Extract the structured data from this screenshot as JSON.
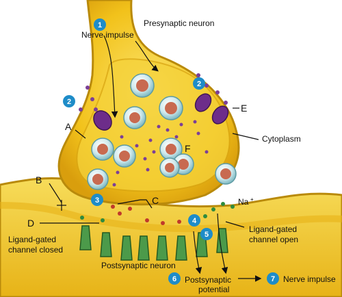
{
  "labels": {
    "presynaptic": "Presynaptic neuron",
    "nerve_impulse_top": "Nerve impulse",
    "cytoplasm": "Cytoplasm",
    "postsynaptic": "Postsynaptic neuron",
    "ligand_closed_1": "Ligand-gated",
    "ligand_closed_2": "channel closed",
    "ligand_open_1": "Ligand-gated",
    "ligand_open_2": "channel open",
    "postsynaptic_potential_1": "Postsynaptic",
    "postsynaptic_potential_2": "potential",
    "nerve_impulse_bottom": "Nerve impulse",
    "na": "Na",
    "na_sup": "+"
  },
  "letters": {
    "A": "A",
    "B": "B",
    "C": "C",
    "D": "D",
    "E": "E",
    "F": "F"
  },
  "steps": {
    "s1": "1",
    "s2a": "2",
    "s2b": "2",
    "s3": "3",
    "s4": "4",
    "s5": "5",
    "s6": "6",
    "s7": "7"
  },
  "colors": {
    "neuron_yellow": "#f2c21b",
    "neuron_light": "#f7dc5a",
    "neuron_outline": "#b98a0b",
    "vesicle_fill": "#b9dfe2",
    "vesicle_core": "#c86a50",
    "receptor_green": "#4c9a4a",
    "channel_purple": "#6d2d8a",
    "step_badge": "#1e8cc8",
    "neurotransmitter": "#7b3f98",
    "ion_green": "#2e8b3e"
  }
}
